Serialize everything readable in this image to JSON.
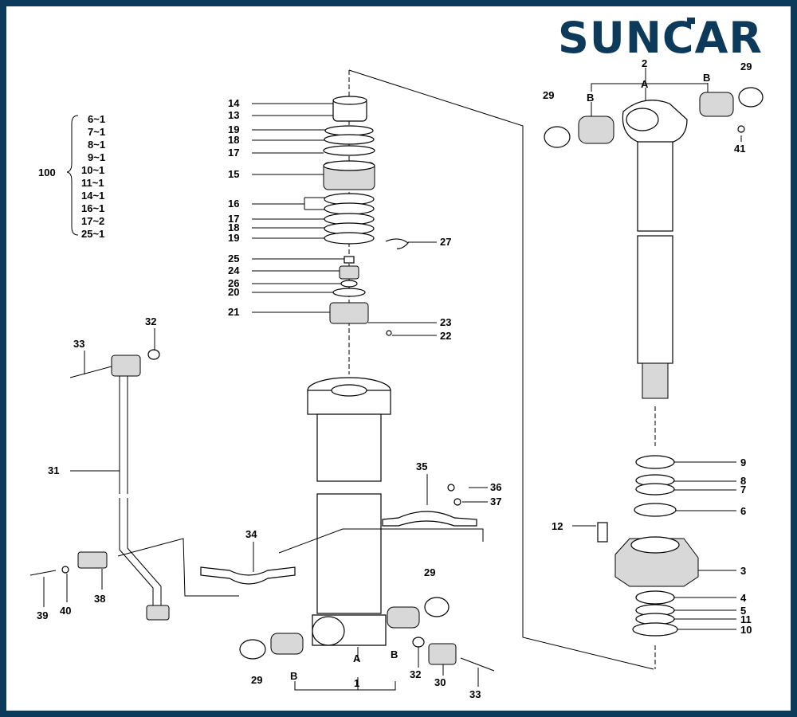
{
  "brand": {
    "name": "SUNCAR",
    "color": "#0d3a5a",
    "frame_color": "#0b3a5a"
  },
  "kit_group": {
    "label": "100",
    "items": [
      "6~1",
      "7~1",
      "8~1",
      "9~1",
      "10~1",
      "11~1",
      "14~1",
      "16~1",
      "17~2",
      "25~1"
    ]
  },
  "callouts": {
    "p14": "14",
    "p13": "13",
    "p19a": "19",
    "p18a": "18",
    "p17a": "17",
    "p15": "15",
    "p16": "16",
    "p17b": "17",
    "p18b": "18",
    "p19b": "19",
    "p27": "27",
    "p25": "25",
    "p24": "24",
    "p26": "26",
    "p20": "20",
    "p21": "21",
    "p23": "23",
    "p22": "22",
    "p2": "2",
    "pA_top": "A",
    "pB_top_l": "B",
    "pB_top_r": "B",
    "p29_tl": "29",
    "p29_tr": "29",
    "p41": "41",
    "p9": "9",
    "p8": "8",
    "p7": "7",
    "p6": "6",
    "p12": "12",
    "p3": "3",
    "p4": "4",
    "p5": "5",
    "p11": "11",
    "p10": "10",
    "p32_top": "32",
    "p33_top": "33",
    "p31": "31",
    "p35": "35",
    "p36": "36",
    "p37": "37",
    "p34": "34",
    "p38": "38",
    "p39": "39",
    "p40": "40",
    "p29_br": "29",
    "p29_bl": "29",
    "pA_bot": "A",
    "pB_bot_l": "B",
    "pB_bot_r": "B",
    "p1": "1",
    "p32_bot": "32",
    "p30": "30",
    "p33_bot": "33"
  }
}
